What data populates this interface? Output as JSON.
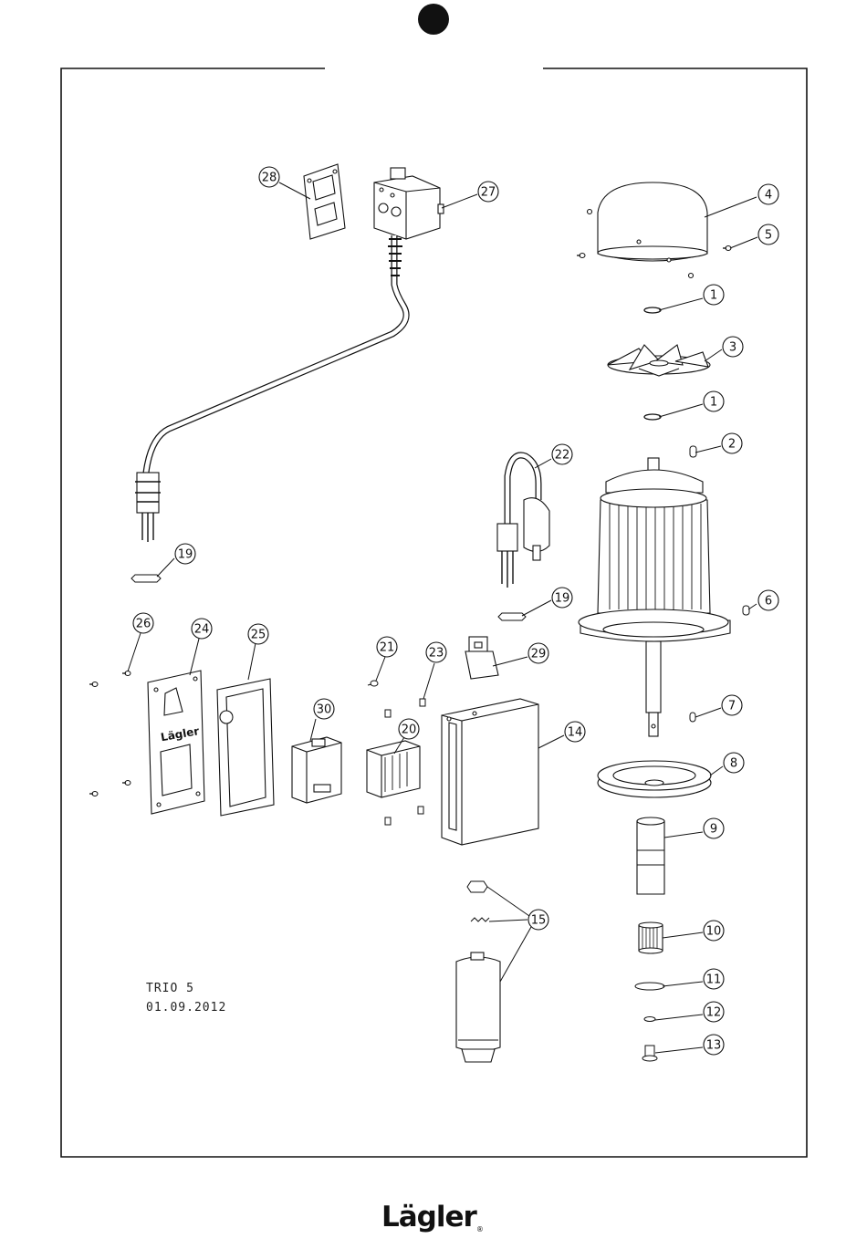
{
  "page": {
    "section_marker": ""
  },
  "model": {
    "name": "TRIO 5",
    "date": "01.09.2012"
  },
  "brand": {
    "logo_text": "Lägler",
    "registered_mark": "®"
  },
  "callouts": [
    "28",
    "27",
    "4",
    "5",
    "1",
    "3",
    "1",
    "2",
    "22",
    "19",
    "19",
    "6",
    "26",
    "24",
    "25",
    "21",
    "23",
    "29",
    "30",
    "20",
    "14",
    "7",
    "8",
    "9",
    "15",
    "10",
    "11",
    "12",
    "13"
  ],
  "colors": {
    "line": "#111111",
    "paper": "#ffffff"
  }
}
